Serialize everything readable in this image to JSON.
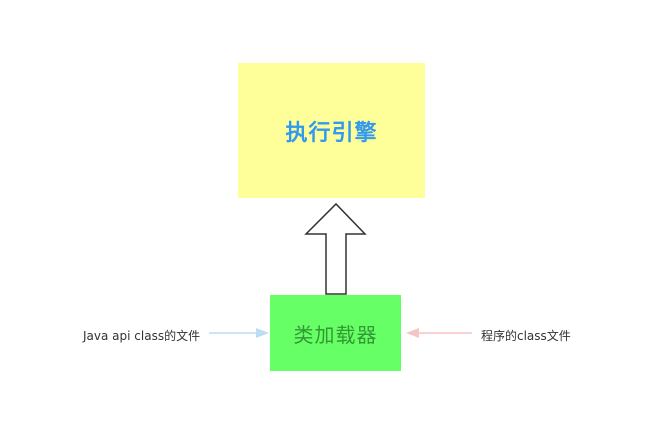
{
  "diagram": {
    "execution_engine": {
      "label": "执行引擎",
      "fill_color": "#ffff99",
      "text_color": "#3399ee"
    },
    "class_loader": {
      "label": "类加载器",
      "fill_color": "#66ff66",
      "text_color": "#339933"
    },
    "java_api_input": {
      "label": "Java api class的文件",
      "arrow_color": "#bbddf5"
    },
    "program_input": {
      "label": "程序的class文件",
      "arrow_color": "#f5c4c4"
    }
  }
}
